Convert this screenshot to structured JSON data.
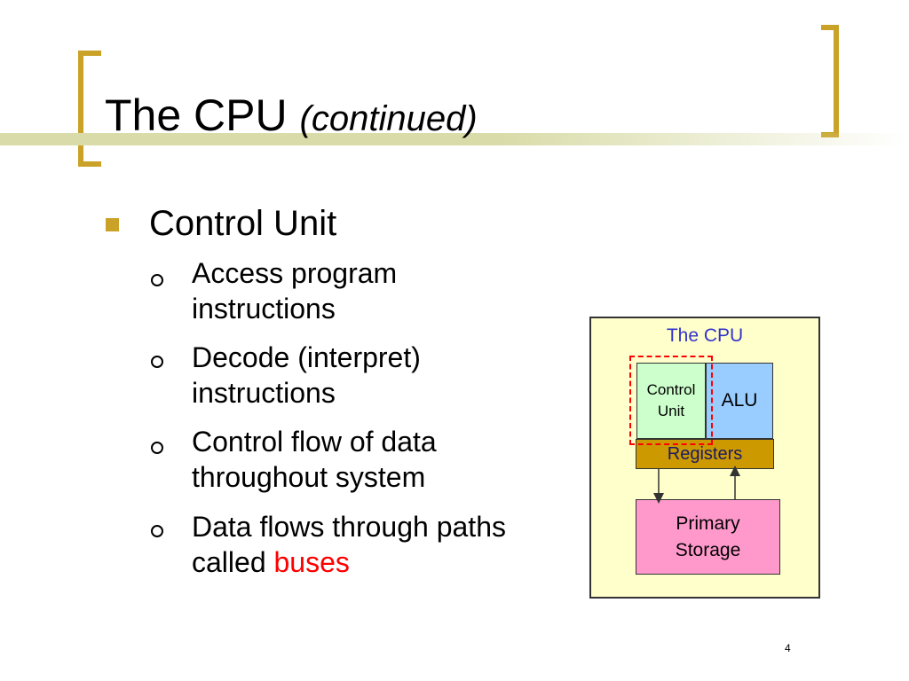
{
  "slide": {
    "title": "The CPU",
    "title_suffix": "(continued)",
    "page_number": "4"
  },
  "bullets": {
    "main": "Control Unit",
    "items": [
      {
        "lines": [
          "Access program",
          "instructions"
        ]
      },
      {
        "lines": [
          "Decode (interpret)",
          "instructions"
        ]
      },
      {
        "lines": [
          "Control flow of data",
          "throughout system"
        ]
      },
      {
        "lines": [
          "Data flows through paths",
          "called "
        ],
        "highlight": "buses"
      }
    ]
  },
  "diagram": {
    "label": "The CPU",
    "control_unit": [
      "Control",
      "Unit"
    ],
    "alu": "ALU",
    "registers": "Registers",
    "primary_storage": [
      "Primary",
      "Storage"
    ]
  },
  "colors": {
    "bracket": "#c9a227",
    "title_band": "#d9dca8",
    "bullet_square": "#c9a227",
    "highlight_text": "#ff0000",
    "cpu_frame_fill": "#ffffcc",
    "cpu_label": "#3333cc",
    "control_unit_fill": "#ccffcc",
    "alu_fill": "#99ccff",
    "registers_fill": "#cc9900",
    "registers_text": "#1a1a66",
    "storage_fill": "#ff99cc",
    "dashed_highlight": "#ff0000",
    "arrow": "#333333"
  },
  "icons": {
    "bullet_level1": "square-bullet-icon",
    "bullet_level2": "ring-bullet-icon"
  }
}
